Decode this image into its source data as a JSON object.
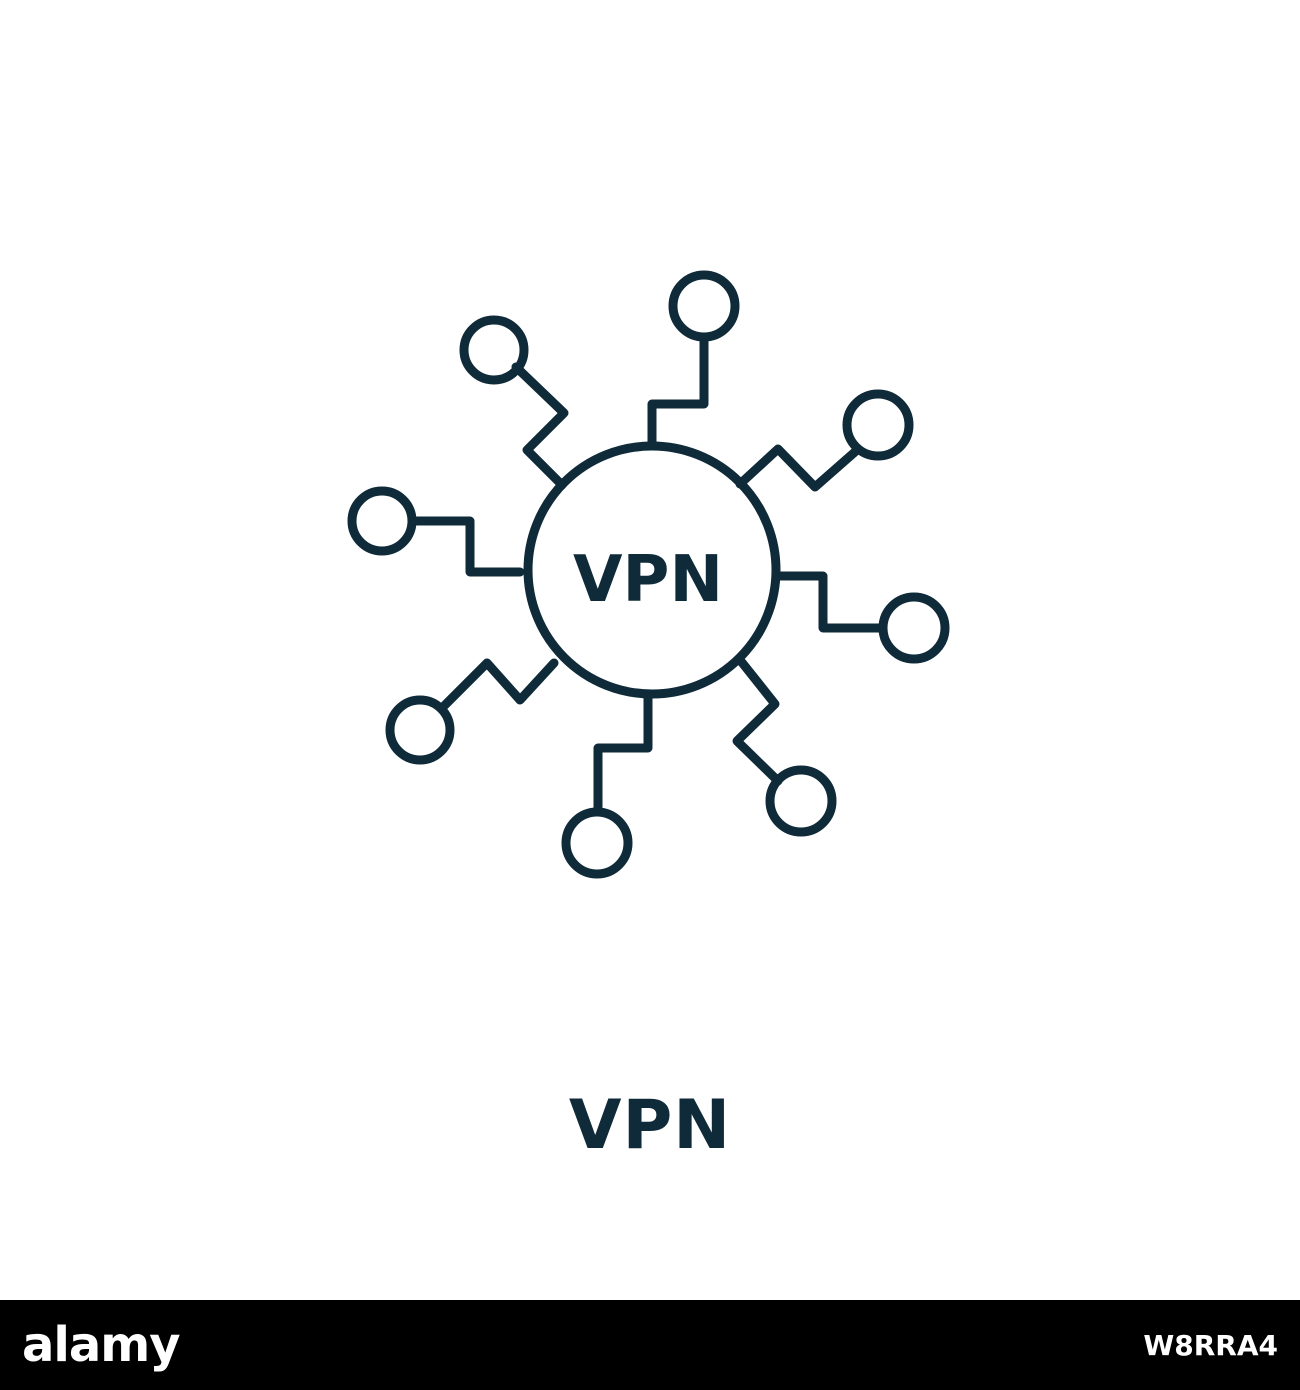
{
  "icon": {
    "name": "vpn-network-icon",
    "label": "VPN",
    "stroke_color": "#0f2a38"
  },
  "caption": {
    "text": "VPN",
    "color": "#0f2a38"
  },
  "watermark": {
    "logo_text": "alamy",
    "image_id": "W8RRA4",
    "bar_color": "#000000",
    "text_color": "#ffffff"
  }
}
